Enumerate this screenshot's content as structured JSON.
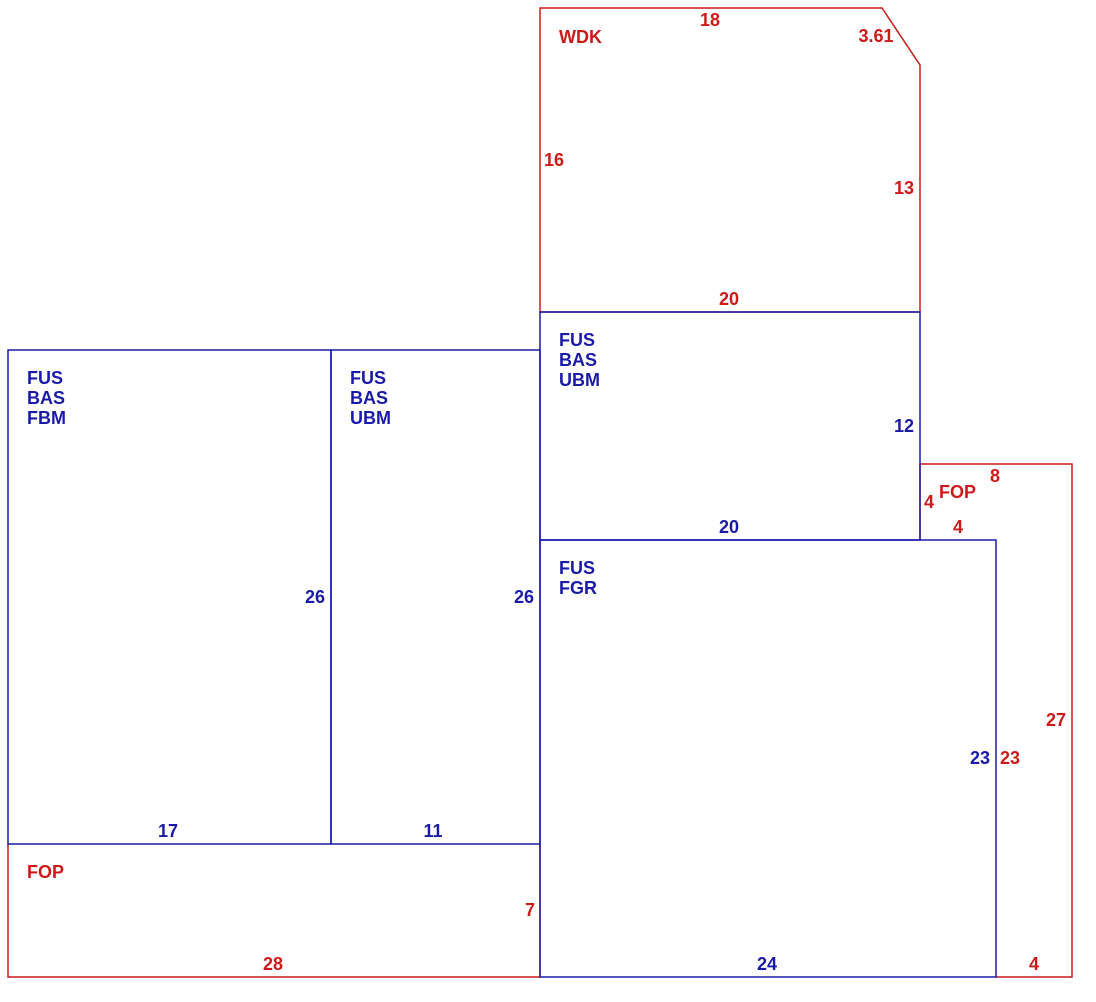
{
  "colors": {
    "red": "#cc1a1a",
    "blue": "#1a1aa8"
  },
  "areas": {
    "wdk": {
      "codes": [
        "WDK"
      ]
    },
    "fus_ubm_top": {
      "codes": [
        "FUS",
        "BAS",
        "UBM"
      ]
    },
    "fus_fbm": {
      "codes": [
        "FUS",
        "BAS",
        "FBM"
      ]
    },
    "fus_ubm_mid": {
      "codes": [
        "FUS",
        "BAS",
        "UBM"
      ]
    },
    "fus_fgr": {
      "codes": [
        "FUS",
        "FGR"
      ]
    },
    "fop_bottom": {
      "codes": [
        "FOP"
      ]
    },
    "fop_right": {
      "codes": [
        "FOP"
      ]
    }
  },
  "dimensions": {
    "wdk_top": "18",
    "wdk_diag": "3.61",
    "wdk_left": "16",
    "wdk_right": "13",
    "wdk_bottom": "20",
    "ubm_top_right": "12",
    "ubm_top_bottom": "20",
    "fbm_right": "26",
    "fbm_bottom": "17",
    "ubm_mid_right": "26",
    "ubm_mid_bottom": "11",
    "fgr_right": "23",
    "fgr_bottom": "24",
    "fop_right_top": "8",
    "fop_right_left": "4",
    "fop_right_inner_bottom": "4",
    "fop_right_inner": "23",
    "fop_right_outer": "27",
    "fop_right_bottom": "4",
    "fop_bottom_right": "7",
    "fop_bottom_bottom": "28"
  }
}
